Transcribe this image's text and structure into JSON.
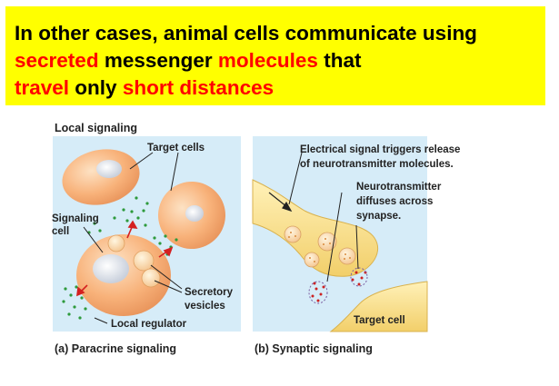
{
  "heading": {
    "segments": [
      {
        "text": "In other cases, animal cells communicate using ",
        "color": "#000000"
      },
      {
        "text": "secreted",
        "color": "#ff0000"
      },
      {
        "text": " messenger ",
        "color": "#000000"
      },
      {
        "text": "molecules",
        "color": "#ff0000"
      },
      {
        "text": " that ",
        "color": "#000000"
      },
      {
        "text": "travel",
        "color": "#ff0000"
      },
      {
        "text": " only ",
        "color": "#000000"
      },
      {
        "text": "short distances",
        "color": "#ff0000"
      }
    ]
  },
  "figure": {
    "title": "Local signaling",
    "paracrine": {
      "target_cells": "Target cells",
      "signaling": "Signaling",
      "cell": "cell",
      "secretory": "Secretory",
      "vesicles": "vesicles",
      "local_regulator": "Local regulator",
      "caption": "(a) Paracrine signaling"
    },
    "synaptic": {
      "electrical_line1": "Electrical signal triggers release",
      "electrical_line2": "of neurotransmitter molecules.",
      "neuro_line1": "Neurotransmitter",
      "neuro_line2": "diffuses across",
      "neuro_line3": "synapse.",
      "target_cell": "Target cell",
      "caption": "(b) Synaptic signaling"
    }
  },
  "colors": {
    "banner": "#ffff00",
    "highlight": "#ff0000",
    "panel": "#d6ecf8",
    "cell": "#f8b27a",
    "neuron": "#f6dc8a",
    "signal_dots": "#2e9a3c"
  }
}
